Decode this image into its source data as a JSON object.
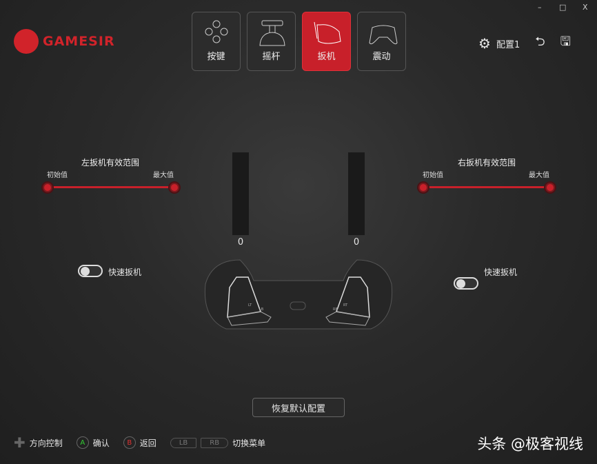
{
  "app": {
    "brand": "GAMESIR",
    "accent": "#c8202a"
  },
  "window": {
    "minimize": "–",
    "maximize": "□",
    "close": "X"
  },
  "tabs": [
    {
      "label": "按键",
      "icon": "dpad-icon"
    },
    {
      "label": "摇杆",
      "icon": "joystick-icon"
    },
    {
      "label": "扳机",
      "icon": "trigger-icon",
      "active": true
    },
    {
      "label": "震动",
      "icon": "vibration-icon"
    }
  ],
  "header": {
    "profile": "配置1"
  },
  "left": {
    "title": "左扳机有效范围",
    "min_label": "初始值",
    "max_label": "最大值",
    "range": [
      0,
      100
    ],
    "quick_label": "快速扳机",
    "quick_on": false,
    "value": "0"
  },
  "right": {
    "title": "右扳机有效范围",
    "min_label": "初始值",
    "max_label": "最大值",
    "range": [
      0,
      100
    ],
    "quick_label": "快速扳机",
    "quick_on": false,
    "value": "0"
  },
  "controller": {
    "labels": [
      "LT",
      "LB",
      "RB",
      "RT"
    ]
  },
  "reset_label": "恢复默认配置",
  "footer": {
    "dpad": "方向控制",
    "a_key": "A",
    "a": "确认",
    "b_key": "B",
    "b": "返回",
    "lb": "LB",
    "rb": "RB",
    "switch": "切换菜单"
  },
  "watermark": "头条 @极客视线"
}
